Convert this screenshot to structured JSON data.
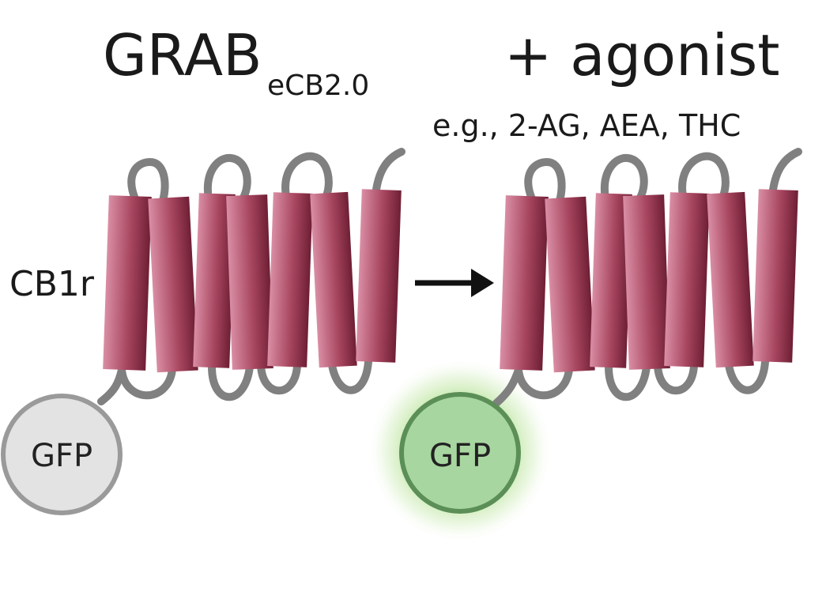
{
  "left_panel": {
    "title": "GRAB",
    "subscript": "eCB2.0",
    "receptor_label": "CB1r",
    "gfp_label": "GFP"
  },
  "right_panel": {
    "title": "+ agonist",
    "examples": "e.g., 2-AG, AEA, THC",
    "gfp_label": "GFP"
  },
  "colors": {
    "helix_dark": "#6e1f35",
    "helix_light": "#d98ea5",
    "loop": "#808080",
    "gfp_inactive_fill": "#e3e3e3",
    "gfp_inactive_stroke": "#9a9a9a",
    "gfp_active_fill": "#a8d6a0",
    "gfp_active_stroke": "#5b8f57",
    "gfp_glow": "#b8e39a"
  }
}
